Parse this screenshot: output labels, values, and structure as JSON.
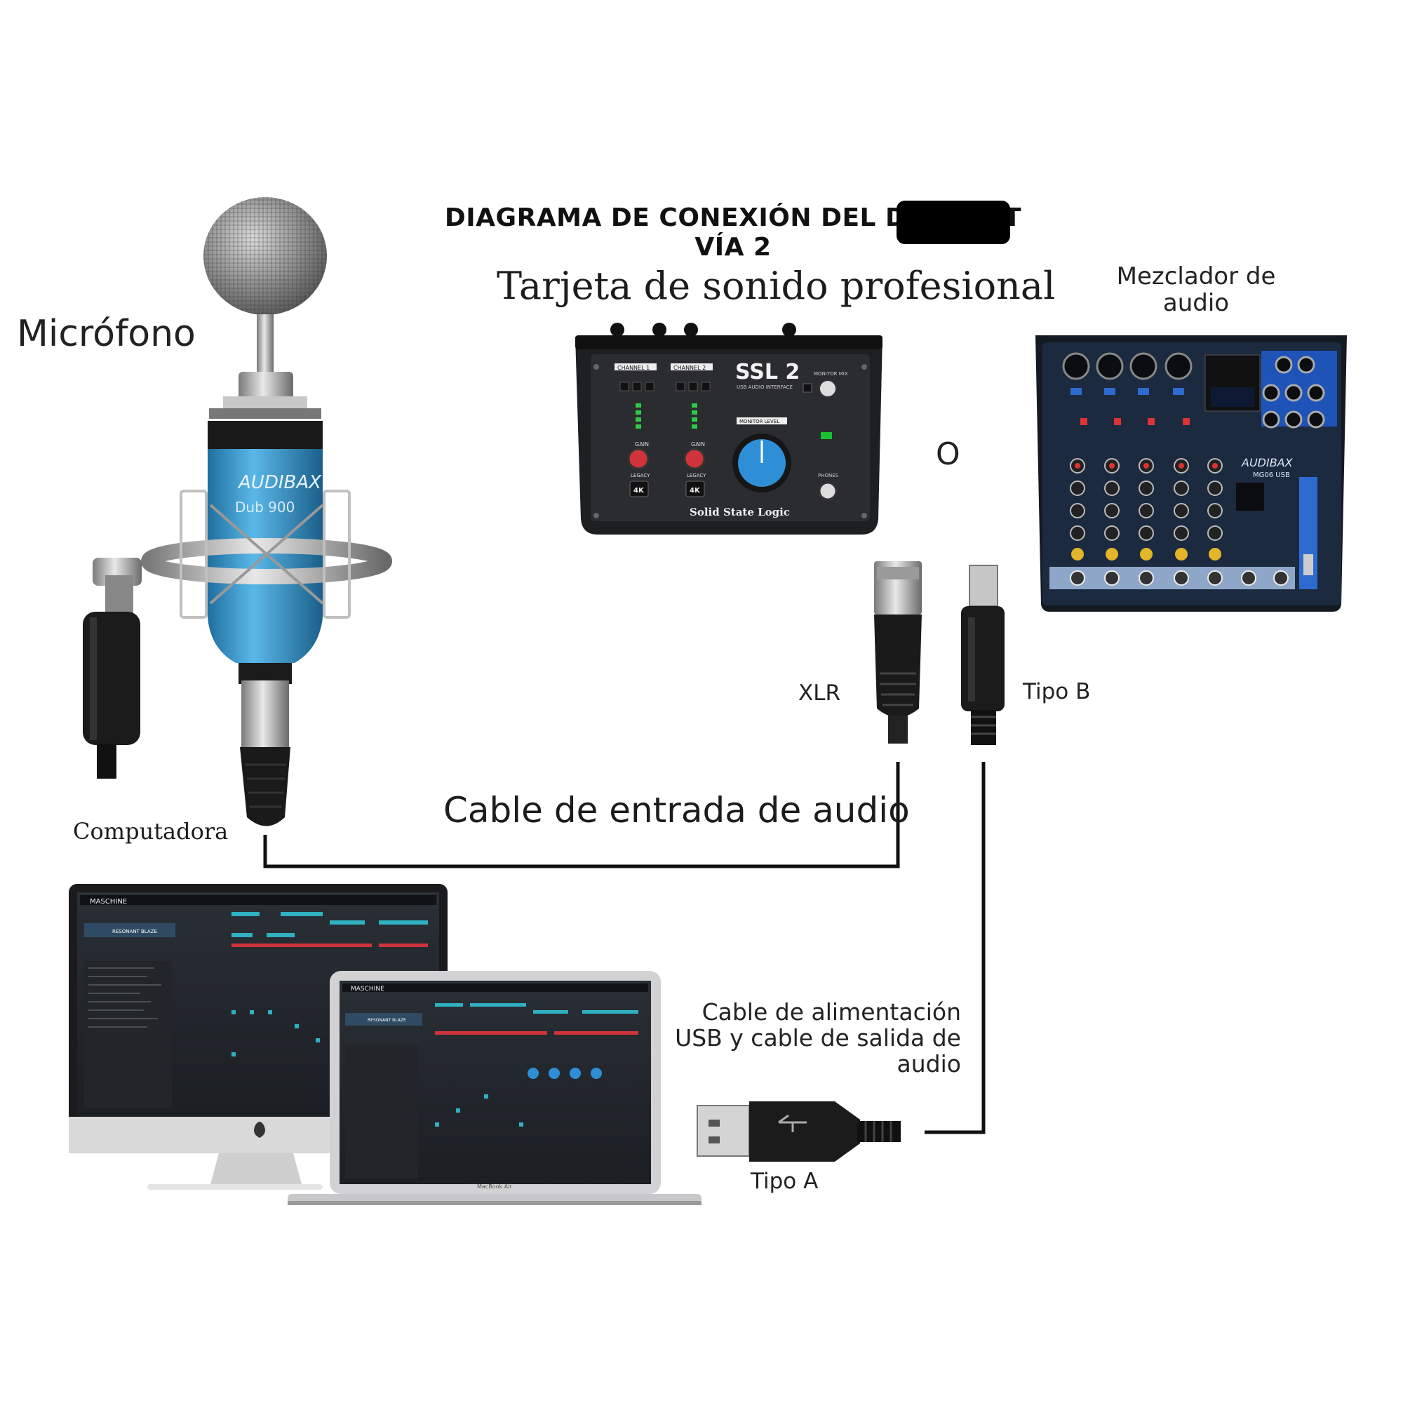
{
  "title": {
    "line1": "DIAGRAMA DE CONEXIÓN DEL DISPOSIT",
    "line2": "VÍA 2"
  },
  "labels": {
    "microphone": "Micrófono",
    "sound_card": "Tarjeta de sonido profesional",
    "mixer": [
      "Mezclador de",
      "audio"
    ],
    "or": "O",
    "xlr": "XLR",
    "type_b": "Tipo B",
    "input_cable": "Cable de entrada de audio",
    "computer": "Computadora",
    "usb_cable": [
      "Cable de alimentación",
      "USB y cable de salida de",
      "audio"
    ],
    "type_a": "Tipo A"
  },
  "device_text": {
    "mic_brand": "AUDIBAX",
    "mic_model": "Dub 900",
    "ssl_logo": "SSL 2",
    "ssl_sub": "USB AUDIO INTERFACE",
    "ssl_brand": "Solid State Logic",
    "ssl_ch1": "CHANNEL 1",
    "ssl_ch2": "CHANNEL 2",
    "ssl_monitor_mix": "MONITOR MIX",
    "ssl_monitor_level": "MONITOR LEVEL",
    "ssl_phones": "PHONES",
    "ssl_gain": "GAIN",
    "ssl_legacy": "LEGACY",
    "ssl_4k": "4K",
    "mixer_brand": "AUDIBAX",
    "mixer_model": "MG06 USB",
    "software": "MASCHINE",
    "laptop_label": "MacBook Air",
    "plugin_name": "RESONANT BLAZE"
  },
  "colors": {
    "mic_body": "#3d9bd3",
    "ssl_knob": "#2f8fd6",
    "gain_knob": "#d0343a",
    "mixer_panel": "#1c2a3f",
    "cable": "#111111"
  }
}
